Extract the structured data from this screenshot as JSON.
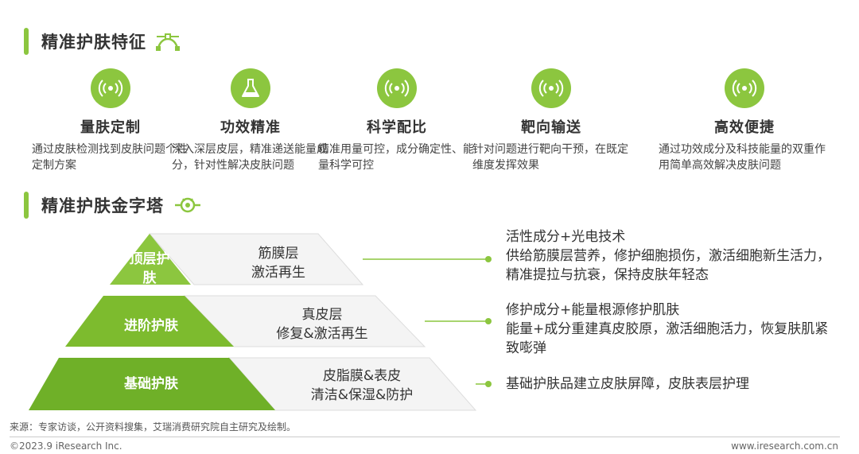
{
  "section1": {
    "title": "精准护肤特征"
  },
  "features": [
    {
      "icon": "signal-icon",
      "title": "量肤定制",
      "desc": "通过皮肤检测找到皮肤问题个性定制方案"
    },
    {
      "icon": "flask-icon",
      "title": "功效精准",
      "desc": "深入深层皮层，精准递送能量成分，针对性解决皮肤问题"
    },
    {
      "icon": "signal-icon",
      "title": "科学配比",
      "desc": "精准用量可控，成分确定性、能量科学可控"
    },
    {
      "icon": "signal-icon",
      "title": "靶向输送",
      "desc": "针对问题进行靶向干预，在既定维度发挥效果"
    },
    {
      "icon": "signal-icon",
      "title": "高效便捷",
      "desc": "通过功效成分及科技能量的双重作用简单高效解决皮肤问题"
    }
  ],
  "section2": {
    "title": "精准护肤金字塔"
  },
  "pyramid": [
    {
      "label": "顶层护肤",
      "layer": "筋膜层",
      "action": "激活再生",
      "detail_title": "活性成分+光电技术",
      "detail": "供给筋膜层营养，修护细胞损伤，激活细胞新生活力，精准提拉与抗衰，保持皮肤年轻态"
    },
    {
      "label": "进阶护肤",
      "layer": "真皮层",
      "action": "修复&激活再生",
      "detail_title": "修护成分+能量根源修护肌肤",
      "detail": "能量+成分重建真皮胶原，激活细胞活力，恢复肤肌紧致嘭弹"
    },
    {
      "label": "基础护肤",
      "layer": "皮脂膜&表皮",
      "action": "清洁&保湿&防护",
      "detail_title": "",
      "detail": "基础护肤品建立皮肤屏障，皮肤表层护理"
    }
  ],
  "colors": {
    "accent": "#8cc63f",
    "pyramid_dark": "#7dbb2e"
  },
  "footer": {
    "source": "来源：专家访谈，公开资料搜集，艾瑞消费研究院自主研究及绘制。",
    "copyright": "©2023.9 iResearch Inc.",
    "website": "www.iresearch.com.cn"
  }
}
